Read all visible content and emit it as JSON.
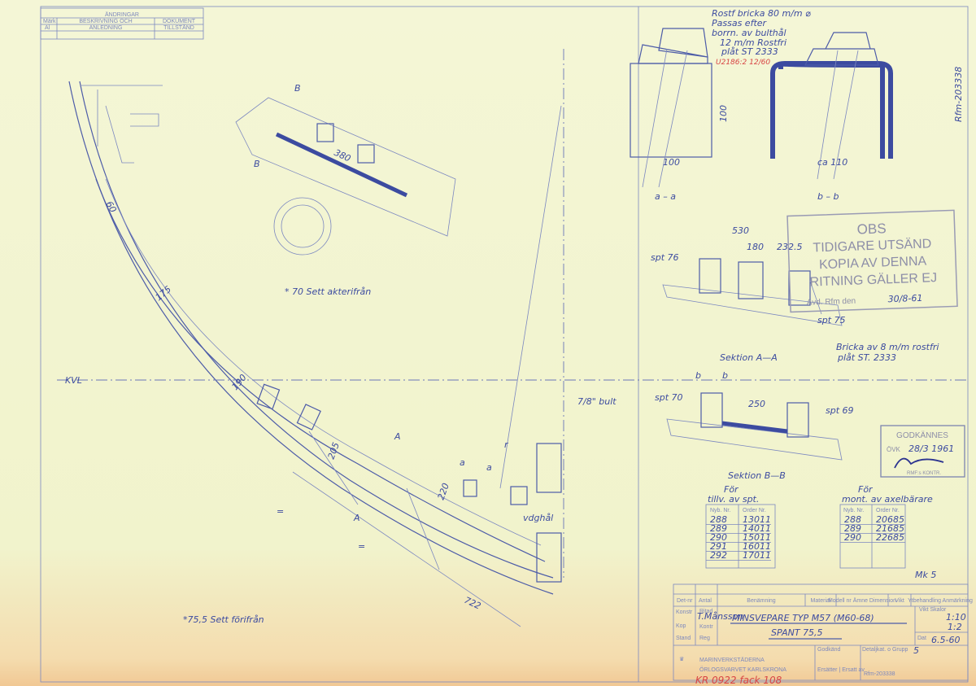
{
  "revisions_box": {
    "title": "ÄNDRINGAR",
    "col_left": "Märk",
    "col_mid": "BESKRIVNING OCH",
    "col_right": "DOKUMENT",
    "row": "Al",
    "row_mid": "ANLEDNING",
    "row_right": "TILLSTÅND"
  },
  "main_view": {
    "kvl": "KVL",
    "dims": [
      "60",
      "175",
      "190",
      "205",
      "220",
      "722",
      "380"
    ],
    "section_marks": [
      "B",
      "B",
      "A",
      "A",
      "a",
      "a"
    ],
    "note_top": "* 70 Sett akterifrån",
    "note_bottom": "*75,5 Sett förifrån",
    "bolt_label": "7/8\" bult",
    "drain_label": "vdghål",
    "r_label": "r",
    "eq_marks": [
      "=",
      "="
    ]
  },
  "detail_top": {
    "note_washer": [
      "Rostf bricka 80 m/m ⌀",
      "Passas efter",
      "borrn. av bulthål"
    ],
    "note_plate": [
      "12 m/m Rostfri",
      "plåt ST 2333"
    ],
    "red_note": "U2186:2 12/60",
    "dim_100_v": "100",
    "dim_100_h": "100",
    "dim_110": "ca 110",
    "label_aa": "a – a",
    "label_bb": "b – b"
  },
  "section_aa": {
    "dims": [
      "530",
      "180",
      "232.5"
    ],
    "spt_left": "spt 76",
    "spt_right": "spt 75",
    "title": "Sektion A—A"
  },
  "section_bb": {
    "note": [
      "Bricka av 8 m/m rostfri",
      "plåt ST. 2333"
    ],
    "marks": [
      "b",
      "b"
    ],
    "dim": "250",
    "spt_left": "spt 70",
    "spt_right": "spt 69",
    "title": "Sektion B—B"
  },
  "stamp_obs": {
    "lines": [
      "OBS",
      "TIDIGARE UTSÄND",
      "KOPIA AV DENNA",
      "RITNING GÄLLER EJ"
    ],
    "footer": "Avd.  Rfm den",
    "date": "30/8-61"
  },
  "stamp_approved": {
    "title": "GODKÄNNES",
    "prefix": "ÖVK",
    "date": "28/3 1961",
    "footer": "RMF:s KONTR."
  },
  "table_left": {
    "caption": [
      "För",
      "tillv. av spt."
    ],
    "headers": [
      "Nyb. Nr.",
      "Order Nr."
    ],
    "rows": [
      [
        "288",
        "13011"
      ],
      [
        "289",
        "14011"
      ],
      [
        "290",
        "15011"
      ],
      [
        "291",
        "16011"
      ],
      [
        "292",
        "17011"
      ]
    ]
  },
  "table_right": {
    "caption": [
      "För",
      "mont. av axelbärare"
    ],
    "headers": [
      "Nyb. Nr.",
      "Order Nr."
    ],
    "rows": [
      [
        "288",
        "20685"
      ],
      [
        "289",
        "21685"
      ],
      [
        "290",
        "22685"
      ]
    ]
  },
  "side_number": "Rfm-203338",
  "title_block": {
    "headers": [
      "Det-nr",
      "Antal",
      "Benämning",
      "Material",
      "Modell nr Ämne Dimension",
      "Vikt",
      "Ytbehandling Anmärkning"
    ],
    "left_cells": [
      "Konstr",
      "Ritad",
      "Kop",
      "Kontr",
      "Stand",
      "Reg"
    ],
    "drawn_by": "T.Månsson",
    "title_line1": "MINSVEPARE TYP M57 (M60-68)",
    "title_line2": "SPANT 75,5",
    "scale_label": "Vikt  Skalor",
    "scale": [
      "1:10",
      "1:2"
    ],
    "date_label": "Dat",
    "date": "6.5-60",
    "approved_label": "Godkänd",
    "group_label": "Detaljkat. o Grupp",
    "group": "5",
    "company": "MARINVERKSTÄDERNA",
    "company_sub": "ÖRLOGSVARVET   KARLSKRONA",
    "replaced": "Ersätter | Ersatt av",
    "drawing_no": "Rfm-203338",
    "small_note": "Mk 5"
  },
  "archive_note": "KR 0922 fack 108"
}
